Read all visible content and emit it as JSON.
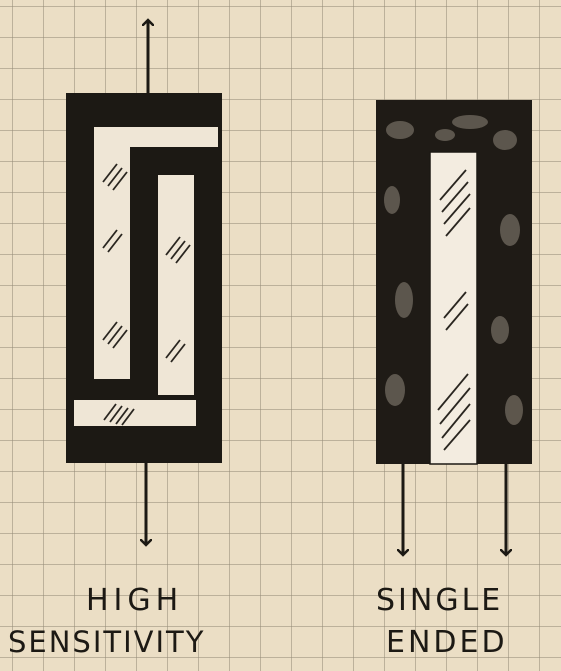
{
  "labels": {
    "high_sensitivity": {
      "line1": "HIGH",
      "line2": "SENSITIVITY"
    },
    "single_ended": {
      "line1": "SINGLE",
      "line2": "ENDED"
    }
  },
  "colors": {
    "paper": "#ebdec5",
    "grid": "#968c78",
    "ink": "#1c1914",
    "pale_strip": "#f3ece0"
  }
}
